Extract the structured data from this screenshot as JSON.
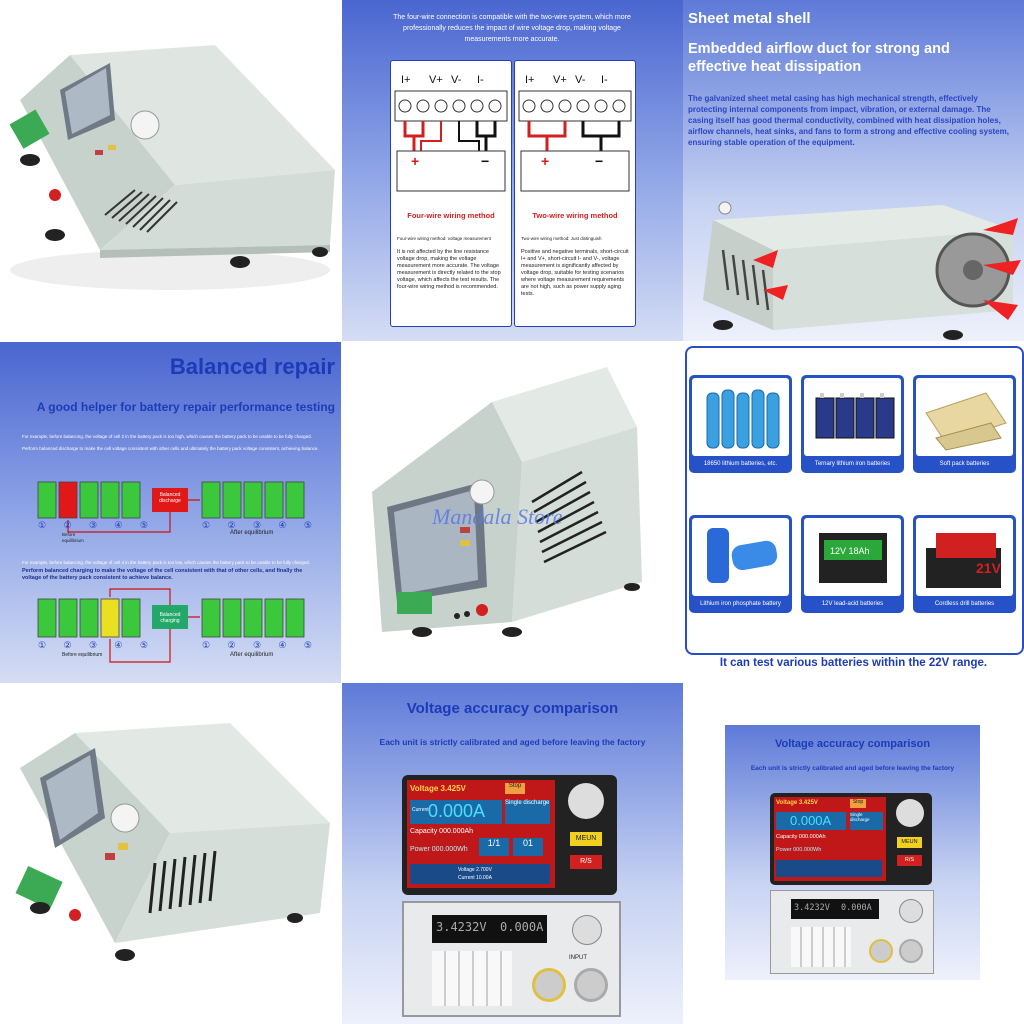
{
  "tile1": {
    "name": "power-supply-photo-front"
  },
  "tile2": {
    "intro": "The four-wire connection is compatible with the two-wire system, which more professionally reduces the impact of wire voltage drop, making voltage measurements more accurate.",
    "four_wire": {
      "terminals": [
        "I+",
        "V+",
        "V-",
        "I-"
      ],
      "title": "Four-wire wiring method",
      "sub": "Four-wire wiring method: voltage measurement",
      "body": "It is not affected by the line resistance voltage drop, making the voltage measurement more accurate. The voltage measurement is directly related to the stop voltage, which affects the test results. The four-wire wiring method is recommended."
    },
    "two_wire": {
      "terminals": [
        "I+",
        "V+",
        "V-",
        "I-"
      ],
      "title": "Two-wire wiring method",
      "sub": "Two-wire wiring method: Just distinguish",
      "body": "Positive and negative terminals, short-circuit I+ and V+, short-circuit I- and V-, voltage measurement is significantly affected by voltage drop, suitable for testing scenarios where voltage measurement requirements are not high, such as power supply aging tests."
    }
  },
  "tile3": {
    "title1": "Sheet metal shell",
    "title2": "Embedded airflow duct for strong and effective heat dissipation",
    "body": "The galvanized sheet metal casing has high mechanical strength, effectively protecting internal components from impact, vibration, or external damage. The casing itself has good thermal conductivity, combined with heat dissipation holes, airflow channels, heat sinks, and fans to form a strong and effective cooling system, ensuring stable operation of the equipment."
  },
  "tile4": {
    "title": "Balanced repair",
    "subtitle": "A good helper for battery repair performance testing",
    "line1": "For example, before balancing, the voltage of cell 2 in the battery pack is too high, which causes the battery pack to be unable to be fully charged.",
    "line2": "Perform balanced discharge to make the cell voltage consistent with other cells and ultimately the battery pack voltage consistent, achieving balance.",
    "discharge_label": "Balanced discharge",
    "before1": "Before equilibrium",
    "after": "After equilibrium",
    "line3": "For example, before balancing, the voltage of cell 4 in the battery pack is too low, which causes the battery pack to be unable to be fully charged.",
    "line4": "Perform balanced charging to make the voltage of the cell consistent with that of other cells, and finally the voltage of the battery pack consistent to achieve balance.",
    "charge_label": "Balanced charging",
    "before2": "Before equilibrium",
    "cell_numbers": [
      "①",
      "②",
      "③",
      "④",
      "⑤"
    ]
  },
  "tile5": {
    "watermark": "Mandala Store"
  },
  "tile6": {
    "batteries": [
      "18650 lithium batteries, etc.",
      "Ternary lithium iron batteries",
      "Soft pack batteries",
      "Lithium iron phosphate battery",
      "12V lead-acid batteries",
      "Cordless drill batteries"
    ],
    "lead_acid_label": "12V 18Ah",
    "drill_label": "21V",
    "footer": "It can test various batteries within the 22V range."
  },
  "tile7": {
    "name": "power-supply-photo-side"
  },
  "tile8": {
    "title": "Voltage accuracy comparison",
    "subtitle": "Each unit is strictly calibrated and aged before leaving the factory",
    "screen": {
      "voltage": "Voltage 3.425V",
      "state": "Stop",
      "current_label": "Current",
      "current": "0.000A",
      "mode": "Single discharge",
      "capacity": "Capacity 000.000Ah",
      "ratio": "1/1",
      "cycle": "01",
      "power": "Power 000.000Wh",
      "set_v": "Voltage 2.700V",
      "set_a": "Current 10.00A",
      "menu": "MEUN",
      "rs": "R/S",
      "load_v": "3.4232V",
      "load_a": "0.000A",
      "input": "INPUT"
    }
  },
  "tile9": {
    "title": "Voltage accuracy comparison",
    "subtitle": "Each unit is strictly calibrated and aged before leaving the factory",
    "screen": {
      "voltage": "Voltage 3.425V",
      "state": "Stop",
      "current": "0.000A",
      "mode": "Single discharge",
      "capacity": "Capacity 000.000Ah",
      "power": "Power 000.000Wh",
      "menu": "MEUN",
      "rs": "R/S",
      "load_v": "3.4232V",
      "load_a": "0.000A"
    }
  }
}
